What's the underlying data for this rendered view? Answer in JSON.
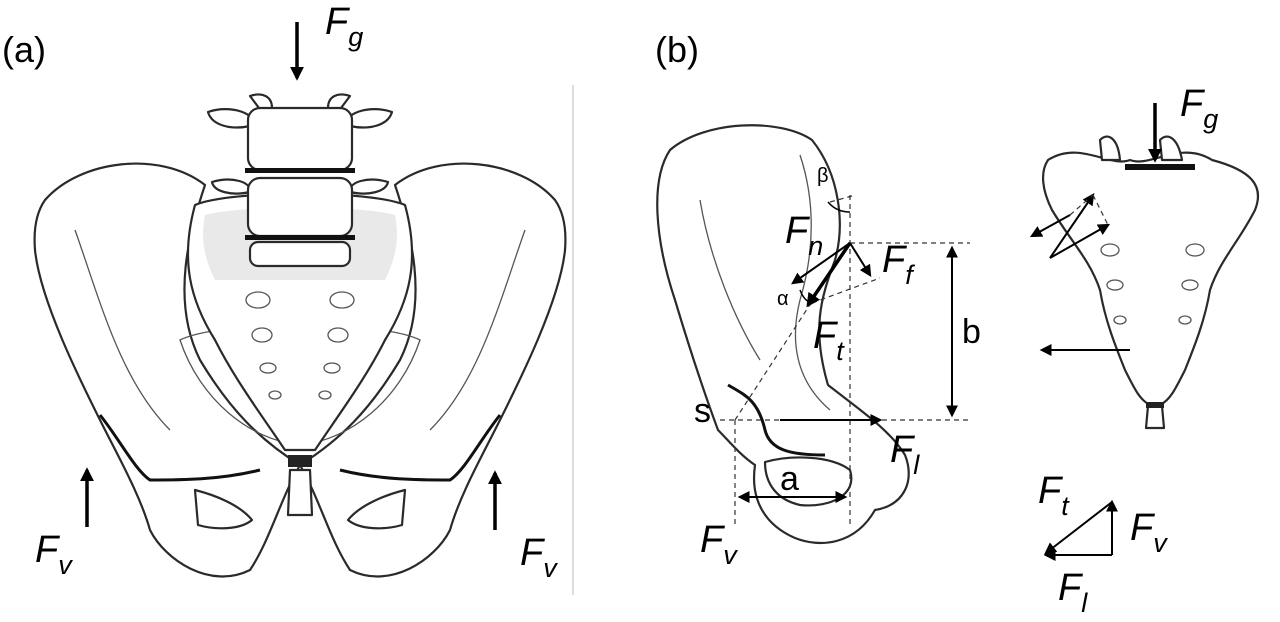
{
  "panels": {
    "a": {
      "label": "(a)"
    },
    "b": {
      "label": "(b)"
    }
  },
  "forces": {
    "F_g": {
      "base": "F",
      "sub": "g"
    },
    "F_v": {
      "base": "F",
      "sub": "v"
    },
    "F_n": {
      "base": "F",
      "sub": "n"
    },
    "F_f": {
      "base": "F",
      "sub": "f"
    },
    "F_t": {
      "base": "F",
      "sub": "t"
    },
    "F_l": {
      "base": "F",
      "sub": "l"
    }
  },
  "dimensions": {
    "a": "a",
    "b": "b",
    "s": "s"
  },
  "angles": {
    "alpha": "α",
    "beta": "β"
  }
}
